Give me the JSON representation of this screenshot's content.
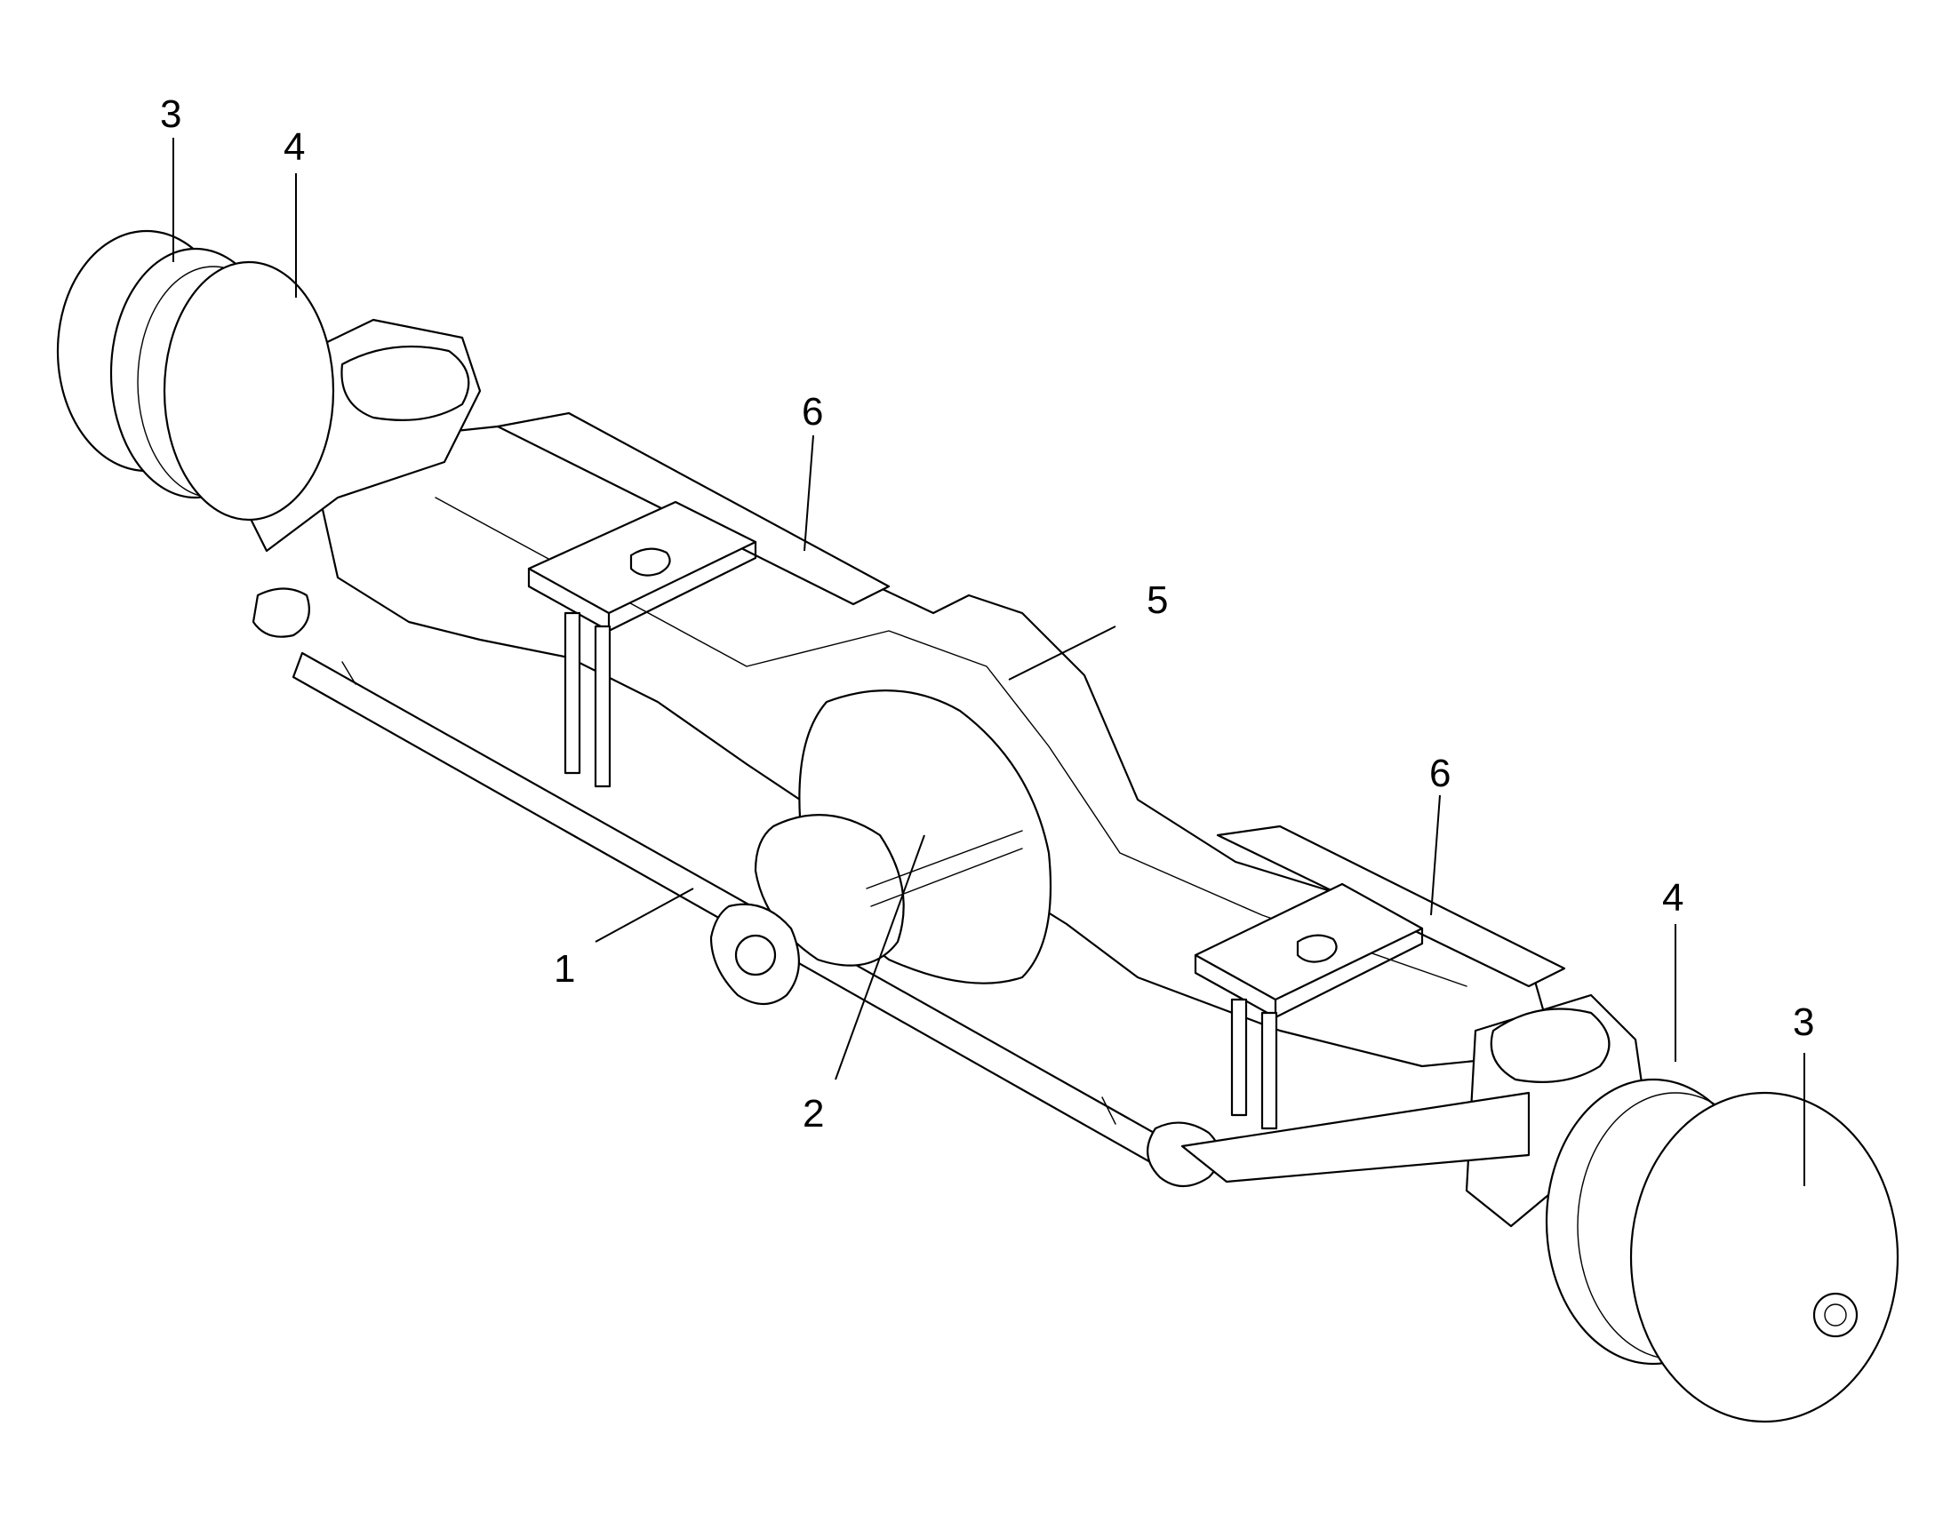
{
  "callouts": [
    {
      "id": "c1",
      "label": "1"
    },
    {
      "id": "c2",
      "label": "2"
    },
    {
      "id": "c3a",
      "label": "3"
    },
    {
      "id": "c3b",
      "label": "3"
    },
    {
      "id": "c4a",
      "label": "4"
    },
    {
      "id": "c4b",
      "label": "4"
    },
    {
      "id": "c5",
      "label": "5"
    },
    {
      "id": "c6a",
      "label": "6"
    },
    {
      "id": "c6b",
      "label": "6"
    }
  ]
}
